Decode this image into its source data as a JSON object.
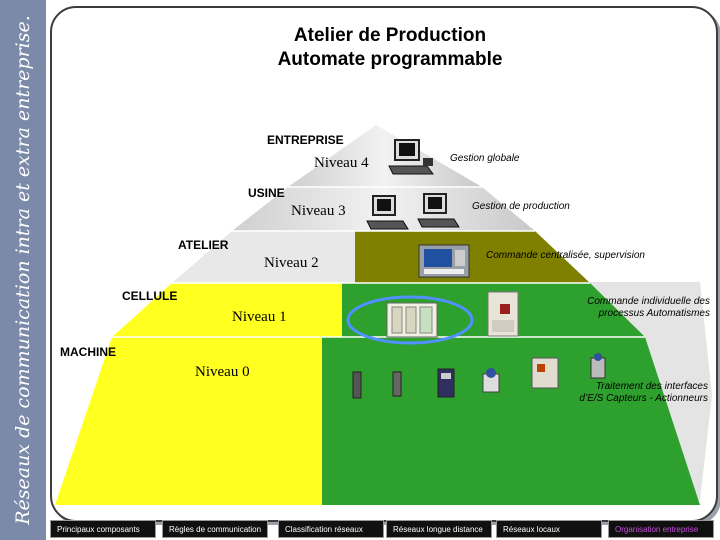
{
  "sidebar": {
    "title": "Réseaux de communication intra et extra entreprise."
  },
  "header": {
    "title_line1": "Atelier de Production",
    "title_line2": "Automate programmable"
  },
  "pyramid": {
    "caps": {
      "entreprise": "ENTREPRISE",
      "usine": "USINE",
      "atelier": "ATELIER",
      "cellule": "CELLULE",
      "machine": "MACHINE"
    },
    "levels": {
      "n4": "Niveau 4",
      "n3": "Niveau 3",
      "n2": "Niveau 2",
      "n1": "Niveau 1",
      "n0": "Niveau 0"
    },
    "descriptions": {
      "n4": "Gestion globale",
      "n3": "Gestion de production",
      "n2": "Commande centralisée, supervision",
      "n1_line1": "Commande individuelle des",
      "n1_line2": "processus Automatismes",
      "n0_line1": "Traitement des interfaces",
      "n0_line2": "d’E/S Capteurs - Actionneurs"
    },
    "colors": {
      "top": "#d8d8d8",
      "olive": "#808000",
      "green": "#2ea02e",
      "yellow": "#ffff20",
      "highlight_ellipse": "#5090ff"
    }
  },
  "nav": {
    "items": [
      {
        "label": "Principaux composants"
      },
      {
        "label": "Règles de communication"
      },
      {
        "label": "Classification réseaux"
      },
      {
        "label": "Réseaux longue distance"
      },
      {
        "label": "Réseaux locaux"
      },
      {
        "label": "Organisation entreprise"
      }
    ]
  }
}
